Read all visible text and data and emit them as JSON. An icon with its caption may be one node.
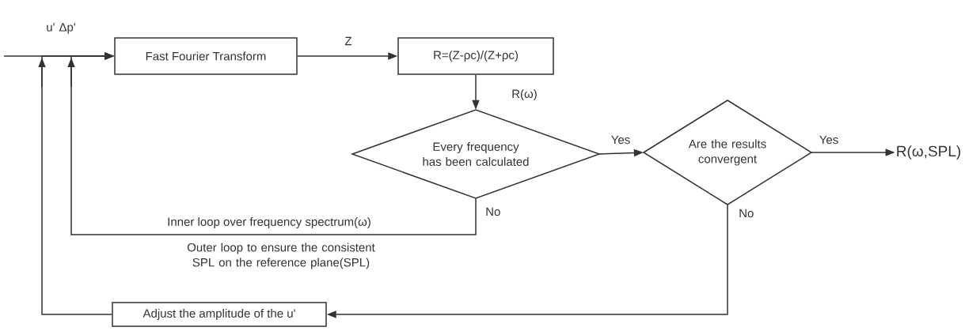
{
  "diagram": {
    "nodes": [
      {
        "text": [
          "Fast Fourier Transform"
        ]
      },
      {
        "text": [
          "R=(Z-ρc)/(Z+ρc)"
        ]
      },
      {
        "text": [
          "Every frequency has been calculated"
        ]
      },
      {
        "text": [
          "Are the results convergent"
        ]
      },
      {
        "text": [
          "R(ω,SPL)"
        ]
      },
      {
        "text": [
          "Adjust the amplitude of the u'"
        ]
      }
    ],
    "edges": [
      {
        "from": null,
        "to": 0,
        "arrow": "to",
        "label": "u' Δp'"
      },
      {
        "from": 0,
        "to": 1,
        "arrow": "to",
        "label": "Z"
      },
      {
        "from": 1,
        "to": 2,
        "arrow": "to",
        "label": "R(ω)"
      },
      {
        "from": 2,
        "to": 3,
        "arrow": "to",
        "label": "Yes"
      },
      {
        "from": 3,
        "to": 4,
        "arrow": "to",
        "label": "Yes"
      },
      {
        "from": 2,
        "to": 0,
        "arrow": "to",
        "label": "No"
      },
      {
        "from": 3,
        "to": 5,
        "arrow": "to",
        "label": "No"
      },
      {
        "from": 5,
        "to": 0,
        "arrow": "to"
      }
    ],
    "labels": [
      "Inner loop over frequency spectrum(ω)",
      "Outer loop to ensure the consistent SPL on the reference plane(SPL)"
    ]
  }
}
